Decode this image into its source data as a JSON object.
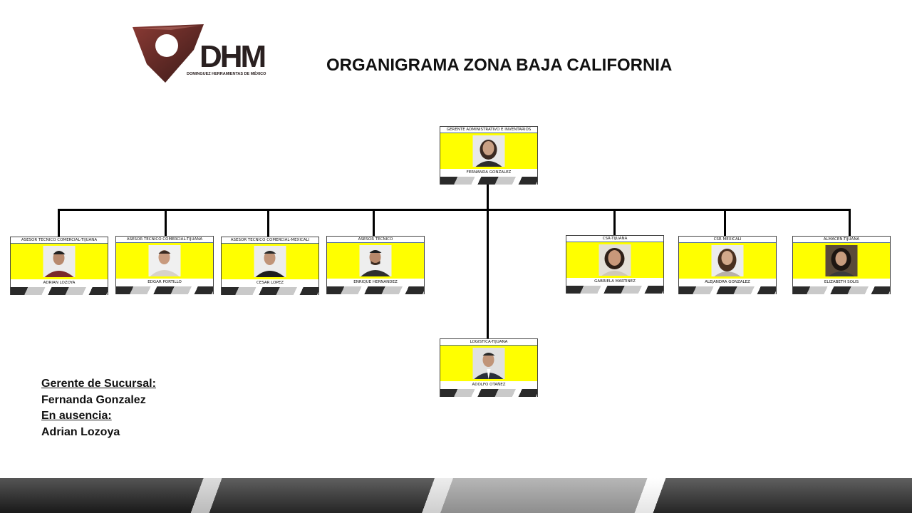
{
  "logo": {
    "text": "DHM",
    "subtitle": "DOMINGUEZ HERRAMIENTAS DE MÉXICO",
    "colors": {
      "shield": "#6b2e2a",
      "shield_dark": "#3a1a18",
      "text": "#2a2020"
    }
  },
  "title": "ORGANIGRAMA  ZONA BAJA CALIFORNIA",
  "colors": {
    "card_fill": "#ffff00",
    "line": "#000000"
  },
  "org": {
    "root": {
      "role": "GERENTE ADMINISTRATIVO E INVENTARIOS",
      "name": "FERNANDA GONZALEZ",
      "photo": "woman-portrait"
    },
    "left": [
      {
        "role": "ASESOR TECNICO COMERCIAL-TIJUANA",
        "name": "ADRIAN LOZOYA",
        "photo": "man-portrait"
      },
      {
        "role": "ASESOR TECNICO COMERCIAL-TIJUANA",
        "name": "EDGAR PORTILLO",
        "photo": "man-portrait"
      },
      {
        "role": "ASESOR TECNICO COMERCIAL-MEXICALI",
        "name": "CESAR LOPEZ",
        "photo": "man-portrait"
      },
      {
        "role": "ASESOR TECNICO",
        "name": "ENRIQUE HERNANDEZ",
        "photo": "man-portrait"
      }
    ],
    "right": [
      {
        "role": "CSR-TIJUANA",
        "name": "GABRIELA MARTINEZ",
        "photo": "woman-portrait"
      },
      {
        "role": "CSR MEXICALI",
        "name": "ALEJANDRA GONZALEZ",
        "photo": "woman-portrait"
      },
      {
        "role": "ALMACEN-TIJUANA",
        "name": "ELIZABETH SOLIS",
        "photo": "woman-portrait"
      }
    ],
    "bottom": {
      "role": "LOGISTICA-TIJUANA",
      "name": "ADOLFO OTAÑEZ",
      "photo": "man-portrait"
    }
  },
  "notes": {
    "label_1": "Gerente de Sucursal:",
    "value_1": "Fernanda Gonzalez",
    "label_2": "En ausencia:",
    "value_2": "Adrian Lozoya"
  }
}
